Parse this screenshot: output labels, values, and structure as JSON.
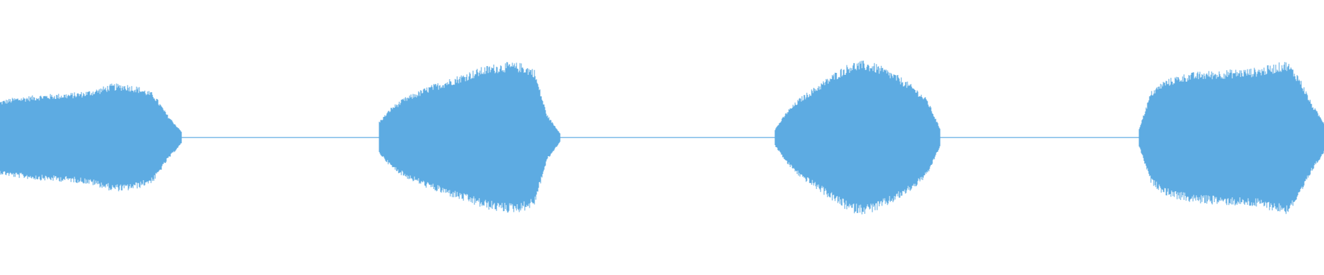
{
  "waveform": {
    "color": "#5dabe2",
    "background": "#ffffff",
    "duration_fraction_segments": [
      {
        "name": "segment-1",
        "start": 0.0,
        "end": 0.137,
        "envelope": [
          0.48,
          0.52,
          0.54,
          0.56,
          0.57,
          0.58,
          0.6,
          0.64,
          0.7,
          0.7,
          0.66,
          0.58,
          0.3,
          0.08
        ]
      },
      {
        "name": "segment-2",
        "start": 0.286,
        "end": 0.423,
        "envelope": [
          0.2,
          0.4,
          0.52,
          0.6,
          0.68,
          0.74,
          0.8,
          0.86,
          0.92,
          0.96,
          0.98,
          0.97,
          0.9,
          0.3,
          0.06
        ]
      },
      {
        "name": "segment-3",
        "start": 0.585,
        "end": 0.71,
        "envelope": [
          0.1,
          0.35,
          0.52,
          0.64,
          0.76,
          0.88,
          0.98,
          1.0,
          0.96,
          0.88,
          0.78,
          0.66,
          0.5,
          0.12
        ]
      },
      {
        "name": "segment-4",
        "start": 0.86,
        "end": 1.0,
        "envelope": [
          0.1,
          0.6,
          0.74,
          0.8,
          0.84,
          0.86,
          0.87,
          0.88,
          0.89,
          0.9,
          0.92,
          0.96,
          1.0,
          0.8,
          0.45,
          0.2
        ]
      }
    ],
    "gap_noise_level": 0.012
  }
}
